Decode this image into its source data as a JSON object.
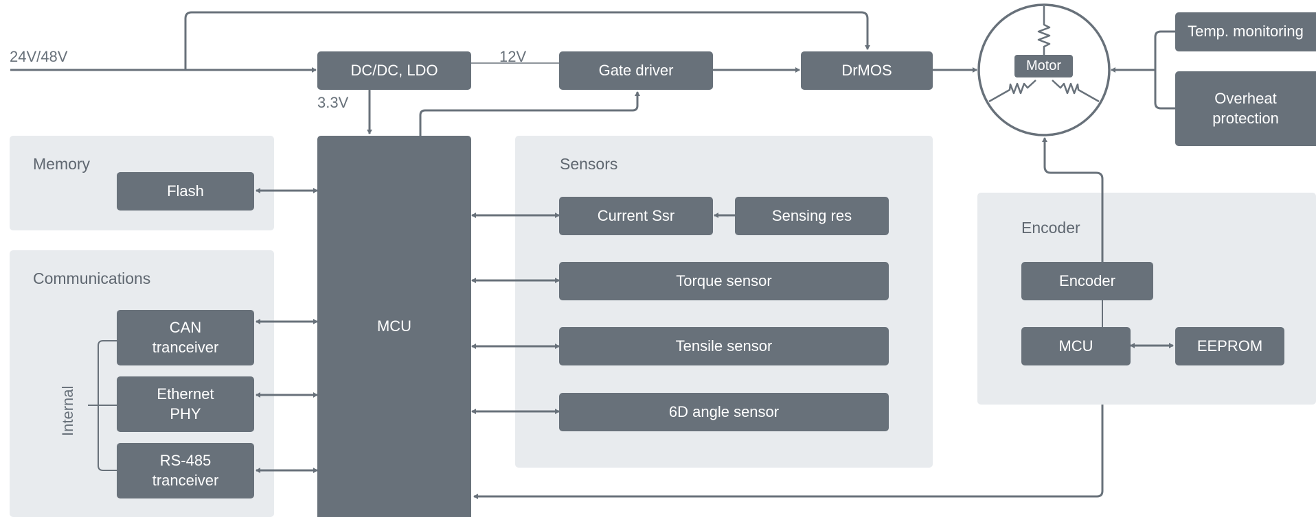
{
  "groups": {
    "memory": "Memory",
    "communications": "Communications",
    "sensors": "Sensors",
    "encoder": "Encoder"
  },
  "signals": {
    "input_voltage": "24V/48V",
    "rail_12v": "12V",
    "rail_3v3": "3.3V",
    "internal": "Internal"
  },
  "blocks": {
    "dcdc_ldo": "DC/DC, LDO",
    "gate_driver": "Gate driver",
    "drmos": "DrMOS",
    "mcu_main": "MCU",
    "flash": "Flash",
    "can": "CAN\ntranceiver",
    "ethernet": "Ethernet\nPHY",
    "rs485": "RS-485\ntranceiver",
    "current_ssr": "Current Ssr",
    "sensing_res": "Sensing res",
    "torque": "Torque sensor",
    "tensile": "Tensile sensor",
    "angle6d": "6D angle sensor",
    "encoder": "Encoder",
    "mcu_encoder": "MCU",
    "eeprom": "EEPROM",
    "temp_monitoring": "Temp. monitoring",
    "overheat": "Overheat\nprotection"
  },
  "motor": {
    "label": "Motor"
  },
  "colors": {
    "block": "#68717a",
    "group_bg": "#e8ebee",
    "wire": "#68717a",
    "text_light": "#ffffff"
  }
}
